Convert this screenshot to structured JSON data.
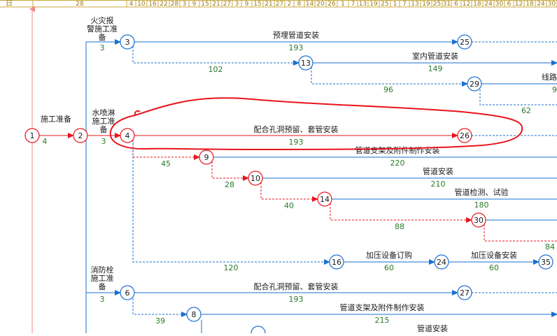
{
  "timescale": {
    "corner_label": "日",
    "cells": [
      "28",
      "4",
      "10",
      "16",
      "22",
      "28",
      "3",
      "9",
      "15",
      "21",
      "27",
      "3",
      "9",
      "15",
      "21",
      "27",
      "2",
      "8",
      "14",
      "20",
      "26",
      "1",
      "7",
      "13",
      "19",
      "25",
      "1",
      "7",
      "13",
      "19",
      "25",
      "31",
      "6",
      "12",
      "18",
      "24",
      "30",
      "6",
      "12",
      "18",
      "24",
      "30"
    ]
  },
  "colors": {
    "critical": "#e8141c",
    "normal": "#1a6fd1",
    "label_text": "#1a1a1a",
    "duration_text": "#2a7a2a",
    "header_text": "#9a7a10",
    "header_rule": "#c8a83c",
    "milestone_line": "#f08a8a",
    "annotation": "#e8141c"
  },
  "nodes": [
    {
      "id": "n1",
      "label": "1",
      "type": "critical"
    },
    {
      "id": "n2",
      "label": "2",
      "type": "critical"
    },
    {
      "id": "n3",
      "label": "3",
      "type": "normal"
    },
    {
      "id": "n4",
      "label": "4",
      "type": "critical"
    },
    {
      "id": "n6",
      "label": "6",
      "type": "normal"
    },
    {
      "id": "n8",
      "label": "8",
      "type": "normal"
    },
    {
      "id": "n9",
      "label": "9",
      "type": "critical"
    },
    {
      "id": "n10",
      "label": "10",
      "type": "critical"
    },
    {
      "id": "n13",
      "label": "13",
      "type": "normal"
    },
    {
      "id": "n14",
      "label": "14",
      "type": "critical"
    },
    {
      "id": "n16",
      "label": "16",
      "type": "normal"
    },
    {
      "id": "n24",
      "label": "24",
      "type": "normal"
    },
    {
      "id": "n25",
      "label": "25",
      "type": "normal"
    },
    {
      "id": "n26",
      "label": "26",
      "type": "critical"
    },
    {
      "id": "n27",
      "label": "27",
      "type": "normal"
    },
    {
      "id": "n29",
      "label": "29",
      "type": "normal"
    },
    {
      "id": "n30",
      "label": "30",
      "type": "critical"
    },
    {
      "id": "n35",
      "label": "35",
      "type": "normal"
    }
  ],
  "activities": [
    {
      "id": "a1",
      "name": "施工准备",
      "duration": "4"
    },
    {
      "id": "a2",
      "name": "火灾报警施工准备",
      "duration": "3"
    },
    {
      "id": "a3",
      "name": "水喷淋施工准备",
      "duration": "3"
    },
    {
      "id": "a4",
      "name": "消防栓施工准备",
      "duration": "3"
    },
    {
      "id": "a5",
      "name": "预埋管道安装",
      "duration": "193"
    },
    {
      "id": "a6",
      "name": "",
      "duration": "102"
    },
    {
      "id": "a7",
      "name": "室内管道安装",
      "duration": "149"
    },
    {
      "id": "a8",
      "name": "",
      "duration": "96"
    },
    {
      "id": "a9",
      "name": "线路",
      "duration": "9"
    },
    {
      "id": "a10",
      "name": "",
      "duration": "62"
    },
    {
      "id": "a11",
      "name": "配合孔洞预留、套管安装",
      "duration": "193"
    },
    {
      "id": "a12",
      "name": "",
      "duration": "45"
    },
    {
      "id": "a13",
      "name": "管道支架及附件制作安装",
      "duration": "220"
    },
    {
      "id": "a14",
      "name": "",
      "duration": "28"
    },
    {
      "id": "a15",
      "name": "管道安装",
      "duration": "210"
    },
    {
      "id": "a16",
      "name": "",
      "duration": "40"
    },
    {
      "id": "a17",
      "name": "管道检测、试验",
      "duration": "180"
    },
    {
      "id": "a18",
      "name": "",
      "duration": "88"
    },
    {
      "id": "a19",
      "name": "",
      "duration": "84"
    },
    {
      "id": "a20",
      "name": "",
      "duration": "120"
    },
    {
      "id": "a21",
      "name": "加压设备订购",
      "duration": "60"
    },
    {
      "id": "a22",
      "name": "加压设备安装",
      "duration": "60"
    },
    {
      "id": "a23",
      "name": "配合孔洞预留、套管安装",
      "duration": "193"
    },
    {
      "id": "a24",
      "name": "",
      "duration": "39"
    },
    {
      "id": "a25",
      "name": "管道支架及附件制作安装",
      "duration": "215"
    },
    {
      "id": "a26",
      "name": "管道安装",
      "duration": ""
    }
  ]
}
